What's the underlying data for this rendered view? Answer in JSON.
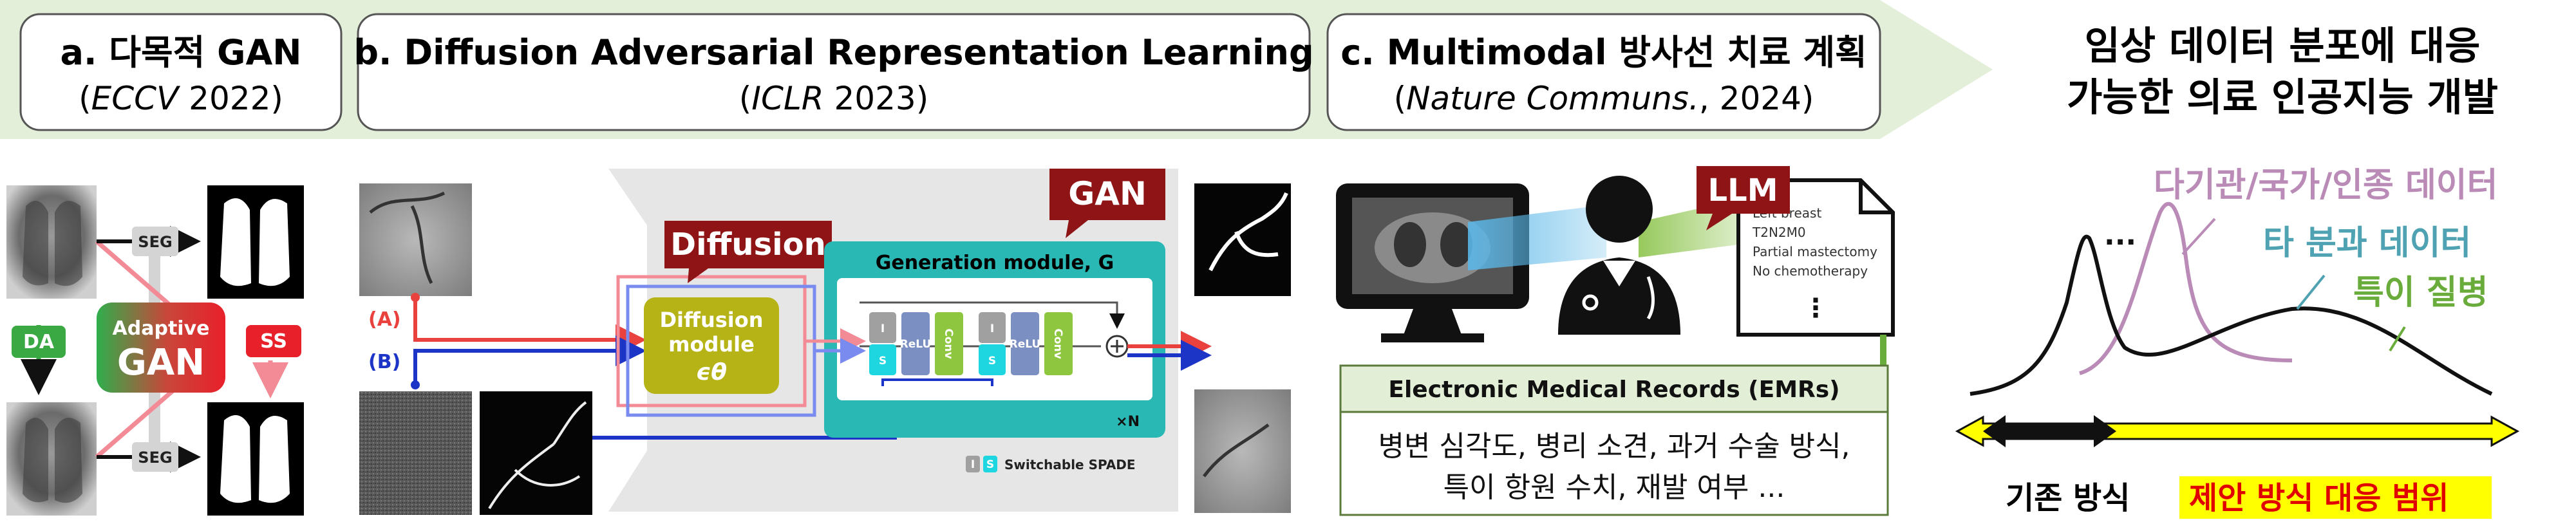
{
  "banner": {
    "sections": [
      {
        "label": "a. 다목적 GAN",
        "ref_italic": "ECCV",
        "ref_rest": " 2022"
      },
      {
        "label": "b. Diffusion Adversarial Representation Learning",
        "ref_italic": "ICLR",
        "ref_rest": " 2023"
      },
      {
        "label": "c. Multimodal 방사선 치료 계획",
        "ref_italic": "Nature Communs.",
        "ref_rest": ", 2024"
      }
    ],
    "goal_lines": [
      "임상 데이터 분포에 대응",
      "가능한 의료 인공지능 개발"
    ]
  },
  "panel_a": {
    "seg": "SEG",
    "da": "DA",
    "ss": "SS",
    "adaptive": "Adaptive",
    "gan": "GAN"
  },
  "panel_b": {
    "input_a": "(A)",
    "input_b": "(B)",
    "diffusion_tag": "Diffusion",
    "gan_tag": "GAN",
    "diffusion_module_line1": "Diffusion",
    "diffusion_module_line2": "module",
    "diffusion_module_symbol": "ϵθ",
    "generation_module": "Generation module, G",
    "blocks": [
      "ReLU",
      "Conv",
      "ReLU",
      "Conv"
    ],
    "spade_small": "S",
    "i_small": "I",
    "repeat": "×N",
    "legend_i": "I",
    "legend_s": "S",
    "legend_text": "Switchable SPADE"
  },
  "panel_c": {
    "llm": "LLM",
    "note_lines": [
      "Left breast",
      "T2N2M0",
      "Partial mastectomy",
      "No chemotherapy"
    ],
    "note_dots": "⋮",
    "emr_title": "Electronic Medical Records (EMRs)",
    "emr_lines": [
      "병변 심각도, 병리 소견, 과거 수술 방식,",
      "특이 항원 수치, 재발 여부 ..."
    ]
  },
  "panel_d": {
    "label_multi": "다기관/국가/인종 데이터",
    "label_other": "타 분과 데이터",
    "label_rare": "특이 질병",
    "dots": "...",
    "legend_existing": "기존 방식",
    "legend_proposed": "제안 방식 대응 범위"
  },
  "colors": {
    "banner_bg": "#e3efd9",
    "panel_bg": "#e6e6e6",
    "teal": "#2ab8b4",
    "diffusion_olive": "#b5b316",
    "dark_red": "#8e1416",
    "green": "#3aa843",
    "red": "#e8413e",
    "blue": "#1d35c7",
    "purple": "#b98bb6",
    "curve_teal": "#4fa2b1",
    "curve_green": "#6aac3b",
    "yellow": "#ffff00"
  }
}
